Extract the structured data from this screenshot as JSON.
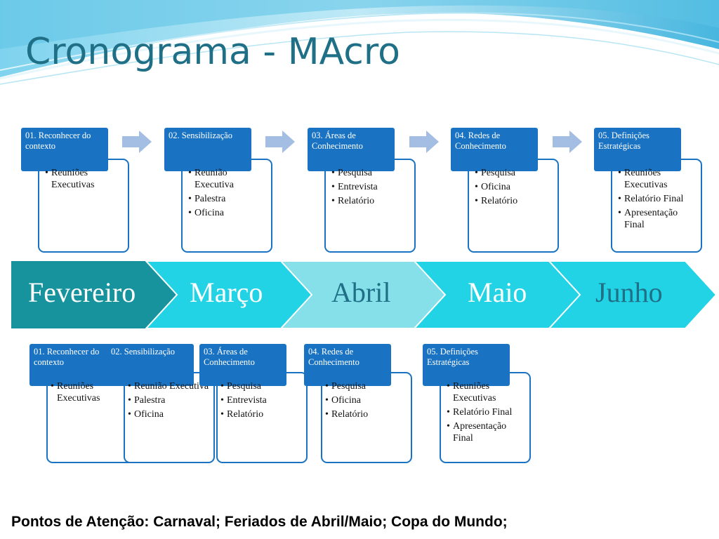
{
  "title": "Cronograma - MAcro",
  "top_steps": [
    {
      "header": "01. Reconhecer do contexto",
      "items": [
        "Reuniões Executivas"
      ]
    },
    {
      "header": "02. Sensibilização",
      "items": [
        "Reunião Executiva",
        "Palestra",
        "Oficina"
      ]
    },
    {
      "header": "03. Áreas de Conhecimento",
      "items": [
        "Pesquisa",
        "Entrevista",
        "Relatório"
      ]
    },
    {
      "header": "04. Redes de Conhecimento",
      "items": [
        "Pesquisa",
        "Oficina",
        "Relatório"
      ]
    },
    {
      "header": "05. Definições Estratégicas",
      "items": [
        "Reuniões Executivas",
        "Relatório Final",
        "Apresentação Final"
      ]
    }
  ],
  "months": [
    "Fevereiro",
    "Março",
    "Abril",
    "Maio",
    "Junho"
  ],
  "bottom_steps": [
    {
      "header": "01. Reconhecer do contexto",
      "items": [
        "Reuniões Executivas"
      ]
    },
    {
      "header": "02. Sensibilização",
      "items": [
        "Reunião Executiva",
        "Palestra",
        "Oficina"
      ]
    },
    {
      "header": "03. Áreas de Conhecimento",
      "items": [
        "Pesquisa",
        "Entrevista",
        "Relatório"
      ]
    },
    {
      "header": "04. Redes de Conhecimento",
      "items": [
        "Pesquisa",
        "Oficina",
        "Relatório"
      ]
    },
    {
      "header": "05. Definições Estratégicas",
      "items": [
        "Reuniões Executivas",
        "Relatório Final",
        "Apresentação Final"
      ]
    }
  ],
  "note": "Pontos de Atenção: Carnaval; Feriados de Abril/Maio; Copa do Mundo;",
  "colors": {
    "card_blue": "#1a73c2",
    "ribbon_dark": "#17939e",
    "ribbon_bright": "#22d3e6",
    "ribbon_light": "#86e0ea",
    "title": "#1f6f86"
  }
}
